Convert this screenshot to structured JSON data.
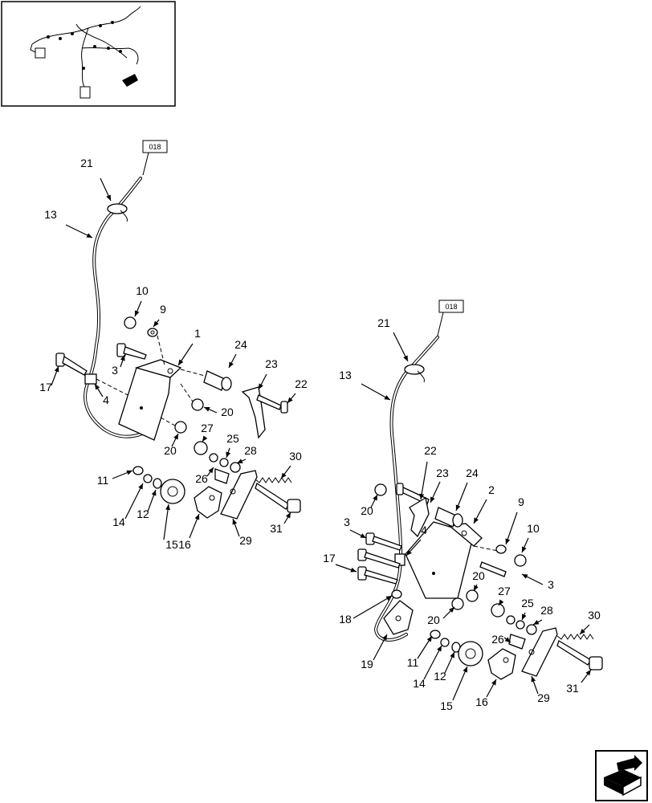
{
  "diagram": {
    "ref_left": "018",
    "ref_right": "018",
    "left_labels": [
      "21",
      "13",
      "10",
      "9",
      "1",
      "3",
      "24",
      "23",
      "22",
      "17",
      "4",
      "20",
      "20",
      "27",
      "25",
      "28",
      "26",
      "30",
      "11",
      "14",
      "12",
      "15",
      "16",
      "29",
      "31"
    ],
    "right_labels": [
      "21",
      "13",
      "22",
      "23",
      "24",
      "2",
      "9",
      "10",
      "20",
      "3",
      "4",
      "17",
      "3",
      "20",
      "20",
      "27",
      "25",
      "28",
      "18",
      "26",
      "30",
      "11",
      "14",
      "12",
      "19",
      "15",
      "16",
      "29",
      "31"
    ],
    "nav_icon": "next-page-arrow-icon",
    "thumbnail_icon": "harness-overview-icon"
  }
}
